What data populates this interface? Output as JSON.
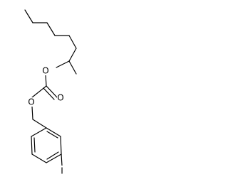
{
  "diagram": {
    "atoms": {
      "ester_oxygen_upper": "O",
      "carbonyl_oxygen": "O",
      "ester_oxygen_lower": "O",
      "iodine": "I"
    }
  }
}
